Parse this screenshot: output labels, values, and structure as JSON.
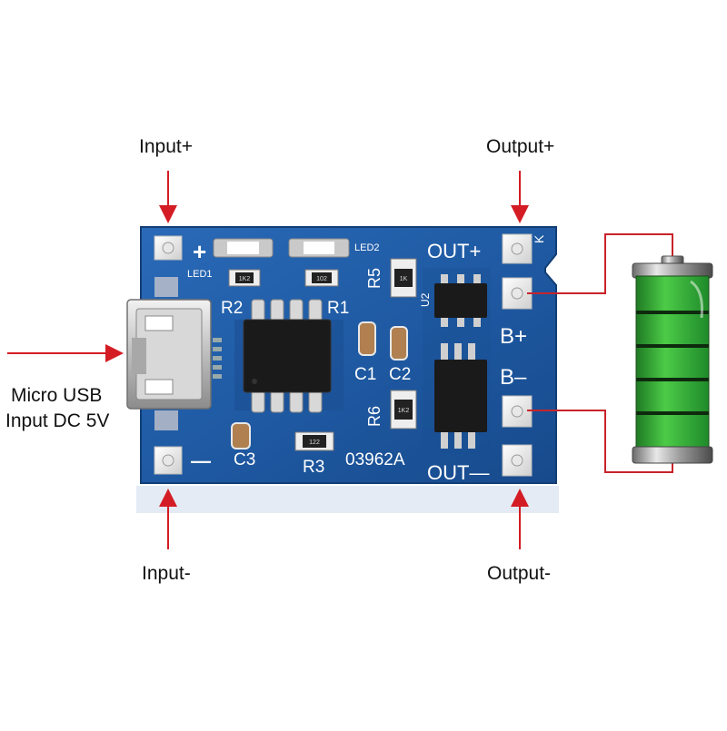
{
  "labels": {
    "input_plus": "Input+",
    "output_plus": "Output+",
    "input_minus": "Input-",
    "output_minus": "Output-",
    "micro_usb_line1": "Micro USB",
    "micro_usb_line2": "Input DC 5V"
  },
  "silkscreen": {
    "plus": "+",
    "minus": "—",
    "led1": "LED1",
    "led2": "LED2",
    "r2": "R2",
    "r1": "R1",
    "r5": "R5",
    "r6": "R6",
    "r3": "R3",
    "c1": "C1",
    "c2": "C2",
    "c3": "C3",
    "u2": "U2",
    "k": "K",
    "out_plus": "OUT+",
    "out_minus": "OUT—",
    "b_plus": "B+",
    "b_minus": "B–",
    "board_id": "03962A"
  },
  "resistor_codes": {
    "r2": "1K2",
    "r1": "102",
    "r5": "1K",
    "r6": "1K2",
    "r3": "122"
  },
  "colors": {
    "pcb": "#1f5aa3",
    "arrow": "#d41c24",
    "wire": "#c8232a",
    "battery_green": "#35b53a"
  }
}
